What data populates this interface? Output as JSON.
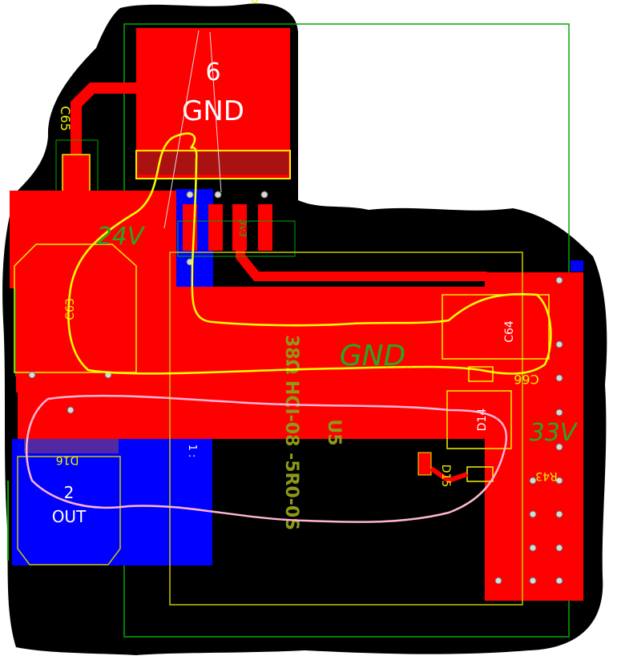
{
  "colors": {
    "board_background": "#000000",
    "top_copper": "#ff0000",
    "bottom_copper": "#0000ff",
    "silkscreen": "#f2f200",
    "outline": "#00aa00",
    "annotation_yellow": "#ffff00",
    "annotation_pink": "#ffb6d5",
    "annotation_green": "#22aa22"
  },
  "pads": {
    "gnd_pad_number": "6",
    "gnd_pad_net": "GND",
    "out_pad_number": "2",
    "out_pad_net": "OUT",
    "ic_pin": "1 :"
  },
  "silkscreen": {
    "c65": "C65",
    "c63": "C63",
    "c64": "C64",
    "c66": "C66",
    "d14": "D14",
    "d15": "D15",
    "d16": "D16",
    "r43": "R43",
    "u5": "U5",
    "part_number": "38Ω HCI-08 -5R0-0S",
    "top_ref": "U"
  },
  "annotations": {
    "net_24v": "24V",
    "net_gnd": "GND",
    "net_33v": "33V",
    "net_3v3": "3v3"
  }
}
